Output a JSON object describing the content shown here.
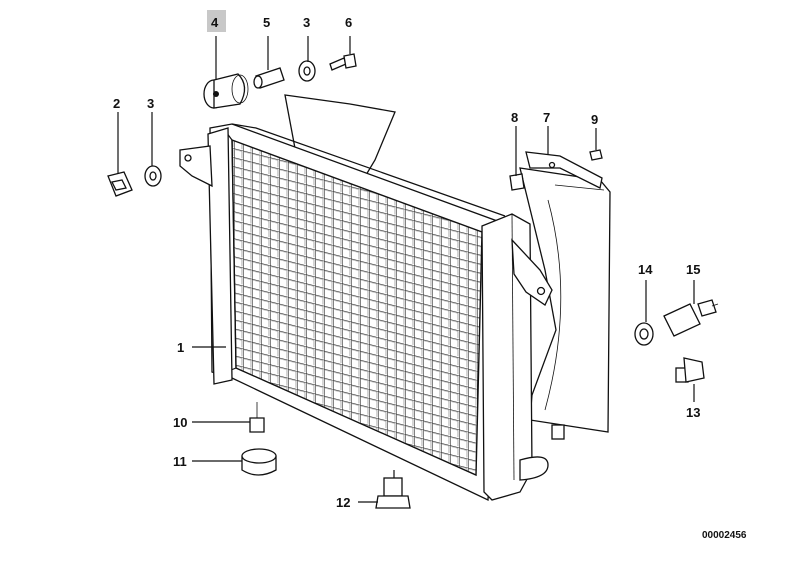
{
  "callouts": {
    "c1": "1",
    "c2": "2",
    "c3a": "3",
    "c3b": "3",
    "c4": "4",
    "c5": "5",
    "c6": "6",
    "c7": "7",
    "c8": "8",
    "c9": "9",
    "c10": "10",
    "c11": "11",
    "c12": "12",
    "c13": "13",
    "c14": "14",
    "c15": "15"
  },
  "diagram_id": "00002456",
  "colors": {
    "highlight": "#c8c8c8",
    "ink": "#111111"
  }
}
